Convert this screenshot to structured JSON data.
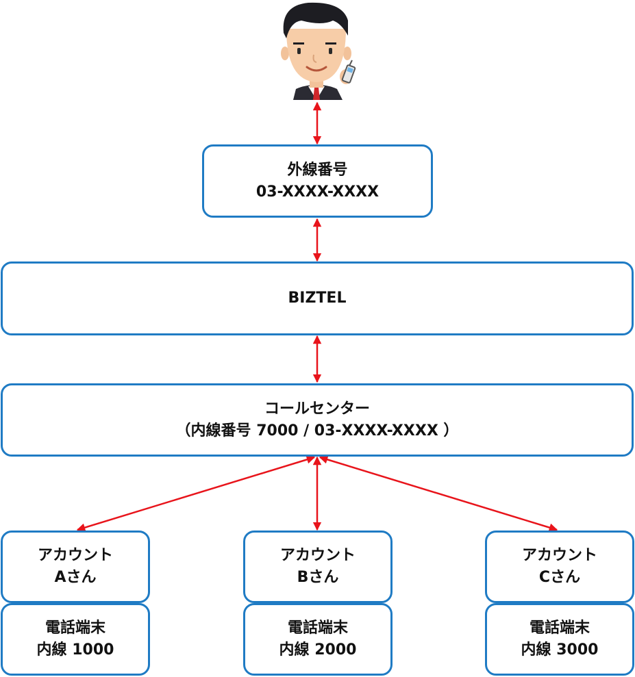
{
  "external_number": {
    "line1": "外線番号",
    "line2": "03-XXXX-XXXX"
  },
  "biztel": {
    "label": "BIZTEL"
  },
  "call_center": {
    "line1": "コールセンター",
    "line2": "（内線番号 7000 / 03-XXXX-XXXX ）"
  },
  "accounts": [
    {
      "line1": "アカウント",
      "line2": "Aさん"
    },
    {
      "line1": "アカウント",
      "line2": "Bさん"
    },
    {
      "line1": "アカウント",
      "line2": "Cさん"
    }
  ],
  "devices": [
    {
      "line1": "電話端末",
      "line2": "内線 1000"
    },
    {
      "line1": "電話端末",
      "line2": "内線 2000"
    },
    {
      "line1": "電話端末",
      "line2": "内線 3000"
    }
  ],
  "colors": {
    "box_border": "#1f7bc4",
    "arrow": "#e8141b"
  },
  "icons": {
    "caller": "businessman-on-phone-icon"
  }
}
